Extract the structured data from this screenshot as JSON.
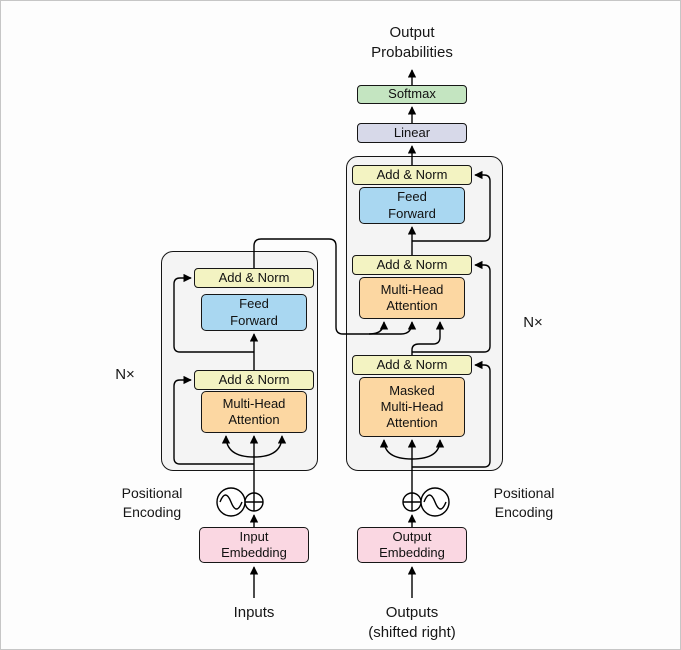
{
  "head": {
    "output_probabilities": "Output\nProbabilities",
    "softmax": "Softmax",
    "linear": "Linear"
  },
  "encoder": {
    "repeat": "N×",
    "add_norm_top": "Add & Norm",
    "feed_forward": "Feed\nForward",
    "add_norm_bottom": "Add & Norm",
    "attention": "Multi-Head\nAttention",
    "embedding": "Input\nEmbedding",
    "positional_encoding": "Positional\nEncoding",
    "input": "Inputs"
  },
  "decoder": {
    "repeat": "N×",
    "add_norm_top": "Add & Norm",
    "feed_forward": "Feed\nForward",
    "add_norm_middle": "Add & Norm",
    "attention": "Multi-Head\nAttention",
    "add_norm_bottom": "Add & Norm",
    "masked_attention": "Masked\nMulti-Head\nAttention",
    "embedding": "Output\nEmbedding",
    "positional_encoding": "Positional\nEncoding",
    "input": "Outputs\n(shifted right)"
  },
  "colors": {
    "embedding": "#fad7e2",
    "attention": "#fcd7a2",
    "add_norm": "#f3f3c2",
    "feed_forward": "#a9d7f1",
    "linear": "#d7d9e9",
    "softmax": "#c4e5c1",
    "container": "#f4f4f4",
    "connector": "#000000"
  }
}
